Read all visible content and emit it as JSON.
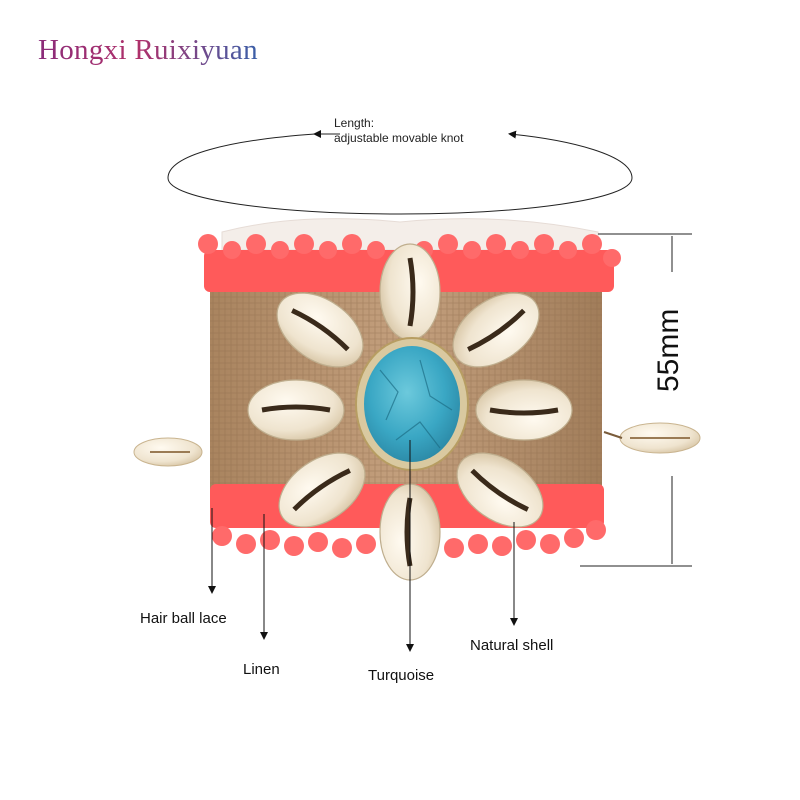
{
  "brand": {
    "name": "Hongxi Ruixiyuan"
  },
  "length_note": {
    "line1": "Length:",
    "line2": "adjustable movable knot"
  },
  "dimension": {
    "height_label": "55mm"
  },
  "callouts": {
    "hair_ball_lace": "Hair ball lace",
    "linen": "Linen",
    "turquoise": "Turquoise",
    "natural_shell": "Natural shell"
  },
  "colors": {
    "pompom": "#ff5a5a",
    "linen": "#b59270",
    "turquoise": "#3aa7c4",
    "shell": "#f3ead8",
    "brand_start": "#8a2c7a",
    "brand_end": "#3a5fa8"
  }
}
